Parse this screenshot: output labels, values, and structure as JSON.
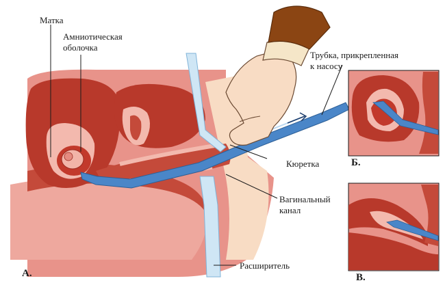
{
  "labels": {
    "uterus": "Матка",
    "amniotic_line1": "Амниотическая",
    "amniotic_line2": "оболочка",
    "tube_line1": "Трубка, прикрепленная",
    "tube_line2": "к насосу",
    "curette": "Кюретка",
    "vaginal_line1": "Вагинальный",
    "vaginal_line2": "канал",
    "dilator": "Расширитель"
  },
  "panels": {
    "a": "А.",
    "b": "Б.",
    "v": "В."
  },
  "colors": {
    "uterus_dark": "#b8392b",
    "tissue_pink": "#e8938a",
    "tissue_light": "#f3b9ae",
    "skin": "#f8dcc4",
    "instrument": "#4a86c8",
    "dilator": "#cfe6f5",
    "glove": "#8b4513"
  }
}
